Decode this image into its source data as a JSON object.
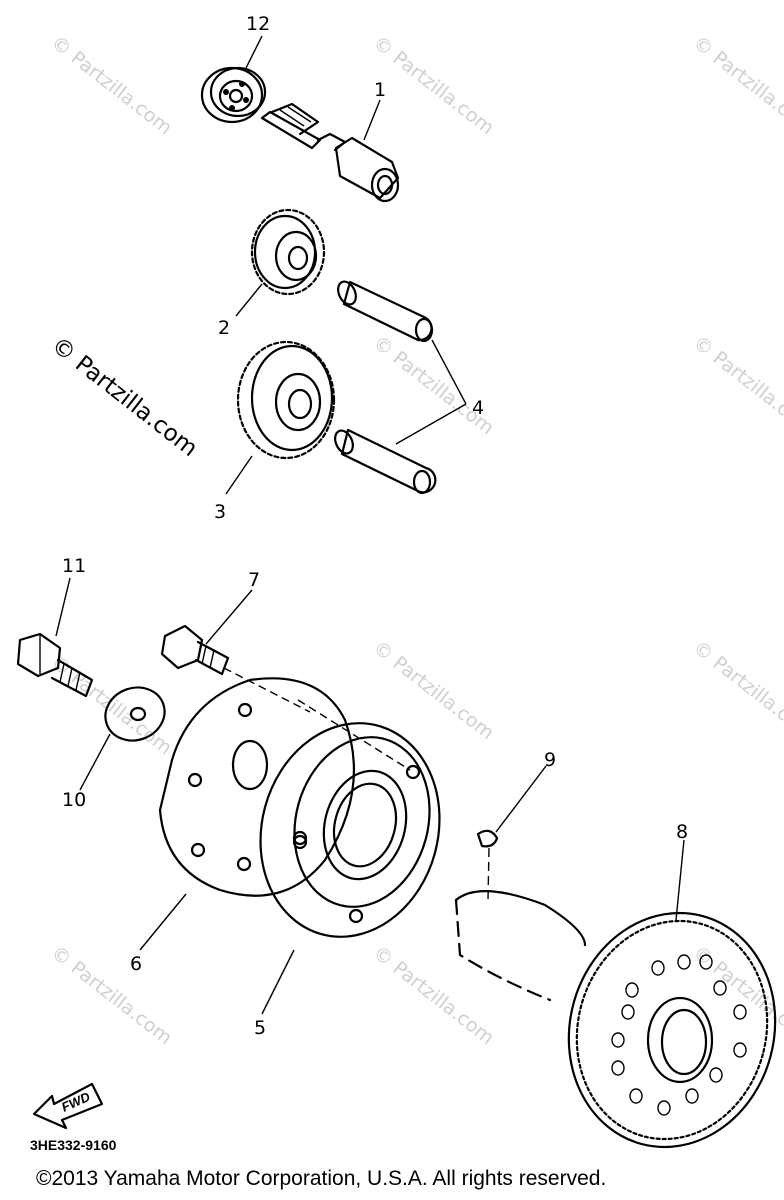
{
  "watermark": "© Partzilla.com",
  "diagram_code": "3HE332-9160",
  "copyright": "©2013 Yamaha Motor Corporation, U.S.A. All rights reserved.",
  "direction_badge": "FWD",
  "callouts": {
    "c1": "1",
    "c2": "2",
    "c3": "3",
    "c4": "4",
    "c5": "5",
    "c6": "6",
    "c7": "7",
    "c8": "8",
    "c9": "9",
    "c10": "10",
    "c11": "11",
    "c12": "12"
  }
}
